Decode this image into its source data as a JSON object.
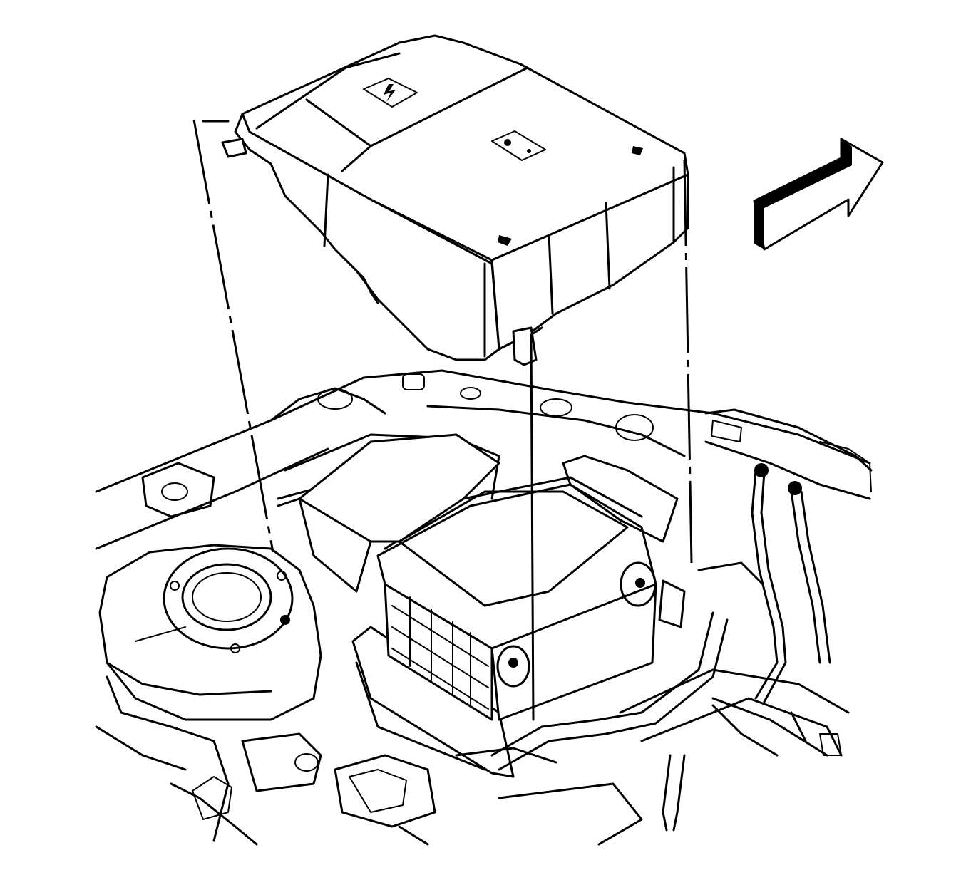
{
  "figure": {
    "components": {
      "cover": "battery-cover",
      "battery": "battery",
      "shock_tower": "strut-tower",
      "cables": "battery-cables",
      "front_arrow": "front-direction-arrow"
    },
    "colors": {
      "line": "#000000",
      "background": "#ffffff",
      "arrow_fill": "#000000"
    }
  }
}
